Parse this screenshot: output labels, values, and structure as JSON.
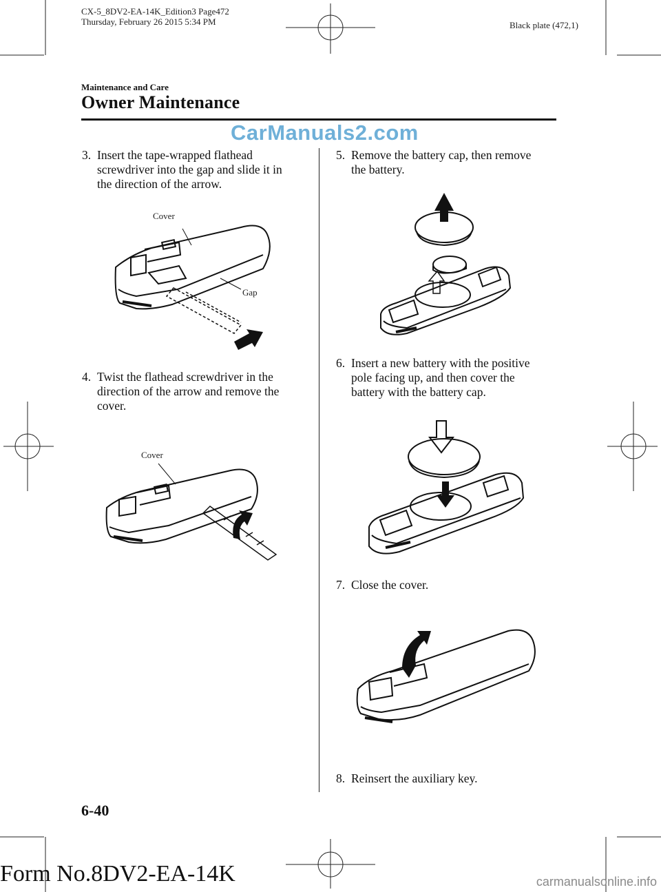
{
  "print_header": {
    "line1": "CX-5_8DV2-EA-14K_Edition3 Page472",
    "line2": "Thursday, February 26 2015 5:34 PM",
    "plate": "Black plate (472,1)"
  },
  "section": {
    "chapter": "Maintenance and Care",
    "title": "Owner Maintenance"
  },
  "watermark": "CarManuals2.com",
  "steps": {
    "s3": {
      "num": "3.",
      "line1": "Insert the tape-wrapped flathead",
      "line2": "screwdriver into the gap and slide it in",
      "line3": "the direction of the arrow."
    },
    "s4": {
      "num": "4.",
      "line1": "Twist the flathead screwdriver in the",
      "line2": "direction of the arrow and remove the",
      "line3": "cover."
    },
    "s5": {
      "num": "5.",
      "line1": "Remove the battery cap, then remove",
      "line2": "the battery."
    },
    "s6": {
      "num": "6.",
      "line1": "Insert a new battery with the positive",
      "line2": "pole facing up, and then cover the",
      "line3": "battery with the battery cap."
    },
    "s7": {
      "num": "7.",
      "line1": "Close the cover."
    },
    "s8": {
      "num": "8.",
      "line1": "Reinsert the auxiliary key."
    }
  },
  "figure_labels": {
    "fig1_cover": "Cover",
    "fig1_gap": "Gap",
    "fig2_cover": "Cover"
  },
  "footer": {
    "page_number": "6-40",
    "form_number": "Form No.8DV2-EA-14K",
    "site": "carmanualsonline.info"
  }
}
